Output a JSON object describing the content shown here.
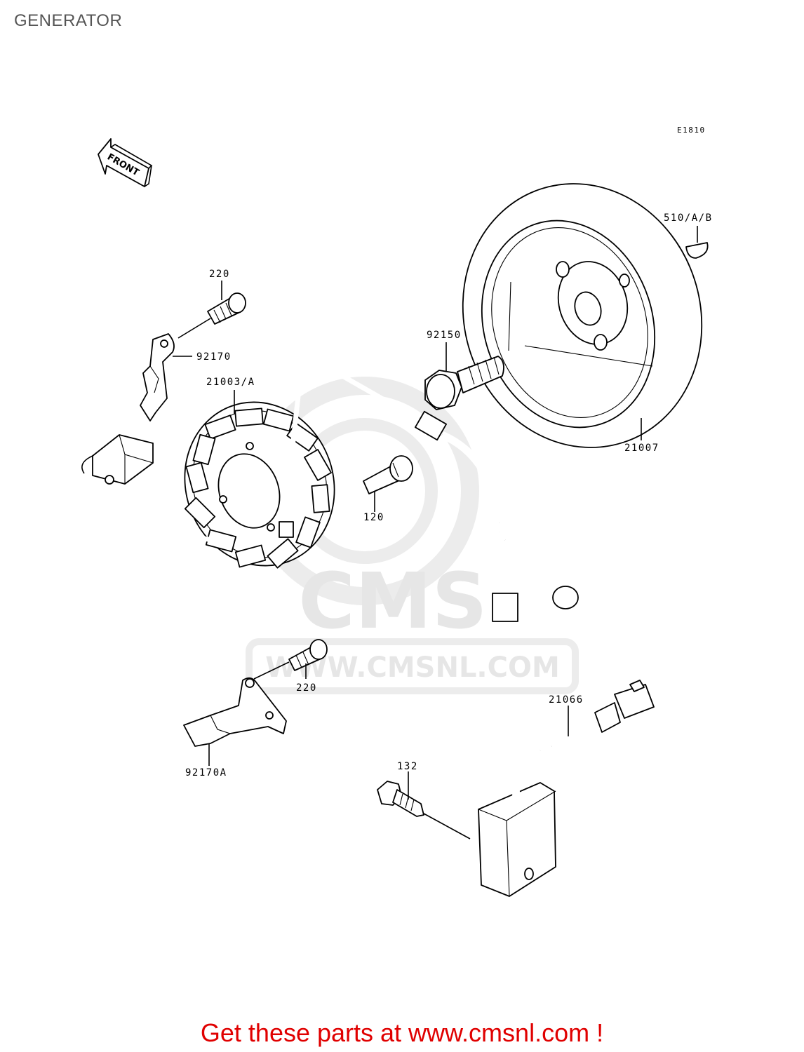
{
  "page": {
    "title": "GENERATOR"
  },
  "diagram": {
    "code": "E1810",
    "front_label": "FRONT",
    "parts": [
      {
        "id": "flywheel",
        "label": "21007"
      },
      {
        "id": "key",
        "label": "510/A/B"
      },
      {
        "id": "flange-bolt",
        "label": "92150"
      },
      {
        "id": "stator",
        "label": "21003/A"
      },
      {
        "id": "bolt-upper",
        "label": "220"
      },
      {
        "id": "bracket-upper",
        "label": "92170"
      },
      {
        "id": "bolt-mid",
        "label": "120"
      },
      {
        "id": "bolt-lower",
        "label": "220"
      },
      {
        "id": "bracket-lower",
        "label": "92170A"
      },
      {
        "id": "regulator-lead",
        "label": "21066"
      },
      {
        "id": "regulator-bolt",
        "label": "132"
      }
    ],
    "watermark": {
      "brand": "CMS",
      "url": "WWW.CMSNL.COM"
    }
  },
  "footer": {
    "text": "Get these parts at www.cmsnl.com !"
  },
  "colors": {
    "title": "#555555",
    "footer": "#e00000",
    "watermark": "#e6e6e6",
    "ink": "#000000"
  }
}
